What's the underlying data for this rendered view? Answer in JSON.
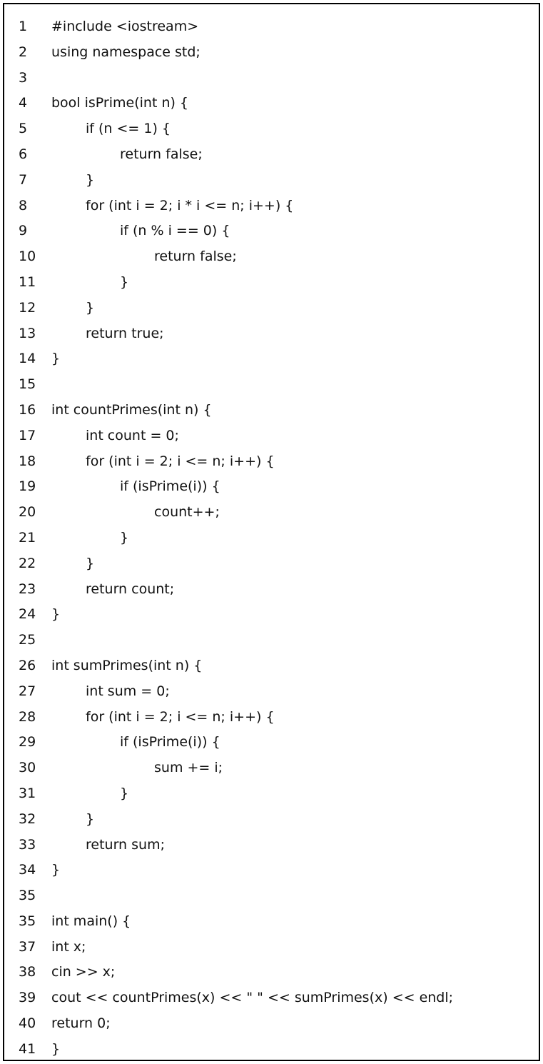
{
  "code": {
    "lines": [
      {
        "number": "1",
        "text": "#include <iostream>",
        "indent": 0
      },
      {
        "number": "2",
        "text": "using namespace std;",
        "indent": 0
      },
      {
        "number": "3",
        "text": "",
        "indent": 0
      },
      {
        "number": "4",
        "text": "bool isPrime(int n) {",
        "indent": 0
      },
      {
        "number": "5",
        "text": "if (n <= 1) {",
        "indent": 1
      },
      {
        "number": "6",
        "text": "return false;",
        "indent": 2
      },
      {
        "number": "7",
        "text": "}",
        "indent": 1
      },
      {
        "number": "8",
        "text": "for (int i = 2; i * i <= n; i++) {",
        "indent": 1
      },
      {
        "number": "9",
        "text": "if (n % i == 0) {",
        "indent": 2
      },
      {
        "number": "10",
        "text": "return false;",
        "indent": 3
      },
      {
        "number": "11",
        "text": "}",
        "indent": 2
      },
      {
        "number": "12",
        "text": "}",
        "indent": 1
      },
      {
        "number": "13",
        "text": "return true;",
        "indent": 1
      },
      {
        "number": "14",
        "text": "}",
        "indent": 0
      },
      {
        "number": "15",
        "text": "",
        "indent": 0
      },
      {
        "number": "16",
        "text": "int countPrimes(int n) {",
        "indent": 0
      },
      {
        "number": "17",
        "text": "int count = 0;",
        "indent": 1
      },
      {
        "number": "18",
        "text": "for (int i = 2; i <= n; i++) {",
        "indent": 1
      },
      {
        "number": "19",
        "text": "if (isPrime(i)) {",
        "indent": 2
      },
      {
        "number": "20",
        "text": "count++;",
        "indent": 3
      },
      {
        "number": "21",
        "text": "}",
        "indent": 2
      },
      {
        "number": "22",
        "text": "}",
        "indent": 1
      },
      {
        "number": "23",
        "text": "return count;",
        "indent": 1
      },
      {
        "number": "24",
        "text": "}",
        "indent": 0
      },
      {
        "number": "25",
        "text": "",
        "indent": 0
      },
      {
        "number": "26",
        "text": "int sumPrimes(int n) {",
        "indent": 0
      },
      {
        "number": "27",
        "text": "int sum = 0;",
        "indent": 1
      },
      {
        "number": "28",
        "text": "for (int i = 2; i <= n; i++) {",
        "indent": 1
      },
      {
        "number": "29",
        "text": "if (isPrime(i)) {",
        "indent": 2
      },
      {
        "number": "30",
        "text": "sum += i;",
        "indent": 3
      },
      {
        "number": "31",
        "text": "}",
        "indent": 2
      },
      {
        "number": "32",
        "text": "}",
        "indent": 1
      },
      {
        "number": "33",
        "text": "return sum;",
        "indent": 1
      },
      {
        "number": "34",
        "text": "}",
        "indent": 0
      },
      {
        "number": "35",
        "text": "",
        "indent": 0
      },
      {
        "number": "35",
        "text": "int main() {",
        "indent": 0
      },
      {
        "number": "37",
        "text": "int x;",
        "indent": 0
      },
      {
        "number": "38",
        "text": "cin >> x;",
        "indent": 0
      },
      {
        "number": "39",
        "text": "cout << countPrimes(x) << \" \" << sumPrimes(x) << endl;",
        "indent": 0
      },
      {
        "number": "40",
        "text": "return 0;",
        "indent": 0
      },
      {
        "number": "41",
        "text": "}",
        "indent": 0
      }
    ]
  }
}
